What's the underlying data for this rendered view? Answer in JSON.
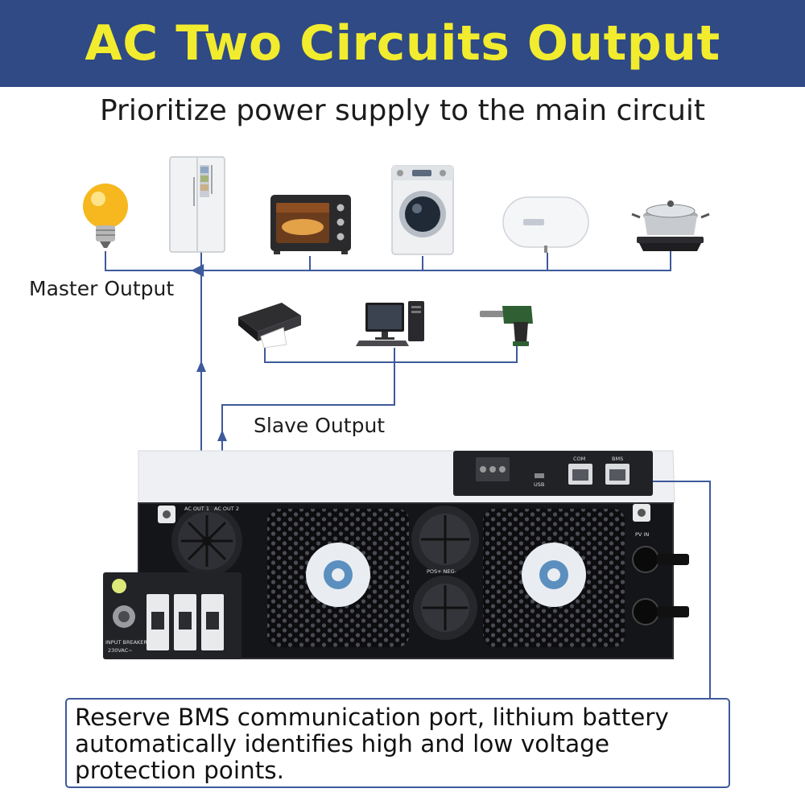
{
  "header": {
    "title": "AC Two Circuits Output",
    "subtitle": "Prioritize power supply to the main circuit"
  },
  "labels": {
    "master_output": "Master Output",
    "slave_output": "Slave Output"
  },
  "device": {
    "ac_out_1": "AC OUT 1",
    "ac_out_2": "AC OUT 2",
    "com": "COM",
    "bms": "BMS",
    "usb": "USB",
    "pv_in": "PV IN",
    "pos_neg": "POS+  NEG-",
    "breaker": "INPUT BREAKER",
    "breaker_rating": "230VAC~"
  },
  "note": {
    "text": "Reserve BMS communication port, lithium battery automatically identifies high and low voltage protection points."
  },
  "colors": {
    "banner": "#2f4a84",
    "title": "#f2ec2e",
    "line": "#3e5a9c"
  },
  "icons": {
    "master": [
      "light-bulb-icon",
      "refrigerator-icon",
      "oven-icon",
      "washing-machine-icon",
      "water-heater-icon",
      "induction-cooker-icon"
    ],
    "slave": [
      "printer-icon",
      "desktop-computer-icon",
      "power-drill-icon"
    ]
  }
}
